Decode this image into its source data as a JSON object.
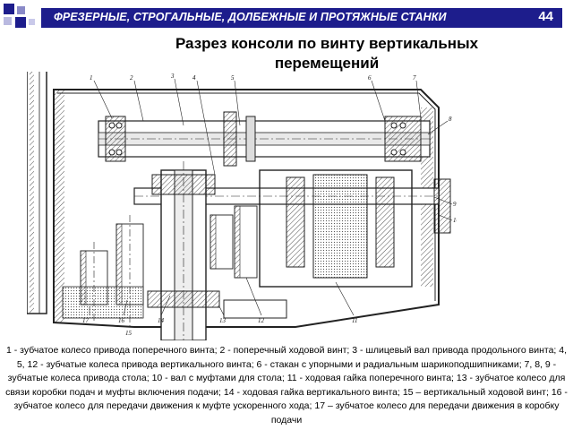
{
  "header": {
    "title": "ФРЕЗЕРНЫЕ, СТРОГАЛЬНЫЕ, ДОЛБЕЖНЫЕ И ПРОТЯЖНЫЕ СТАНКИ",
    "page_number": "44",
    "bar_color": "#1d1d8c"
  },
  "slide": {
    "title_line1": "Разрез консоли по винту вертикальных",
    "title_line2": "перемещений"
  },
  "drawing": {
    "callouts": [
      "1",
      "2",
      "3",
      "4",
      "5",
      "6",
      "7",
      "8",
      "9",
      "10",
      "11",
      "12",
      "13",
      "14",
      "15",
      "16",
      "17"
    ]
  },
  "caption": "1 - зубчатое колесо привода поперечного винта; 2 - поперечный ходовой винт; 3 - шлицевый вал привода продольного винта; 4, 5, 12 - зубчатые колеса привода вертикального винта; 6 - стакан с упорными и радиальным шарикоподшипниками; 7, 8, 9 - зубчатые колеса привода стола; 10 - вал с муфтами для стола; 11 - ходовая гайка поперечного винта; 13 - зубчатое колесо для связи коробки подач и муфты включения подачи; 14 - ходовая гайка вертикального винта; 15 – вертикальный ходовой винт; 16 - зубчатое колесо для передачи движения к муфте ускоренного хода; 17 – зубчатое колесо для передачи движения в коробку подачи"
}
